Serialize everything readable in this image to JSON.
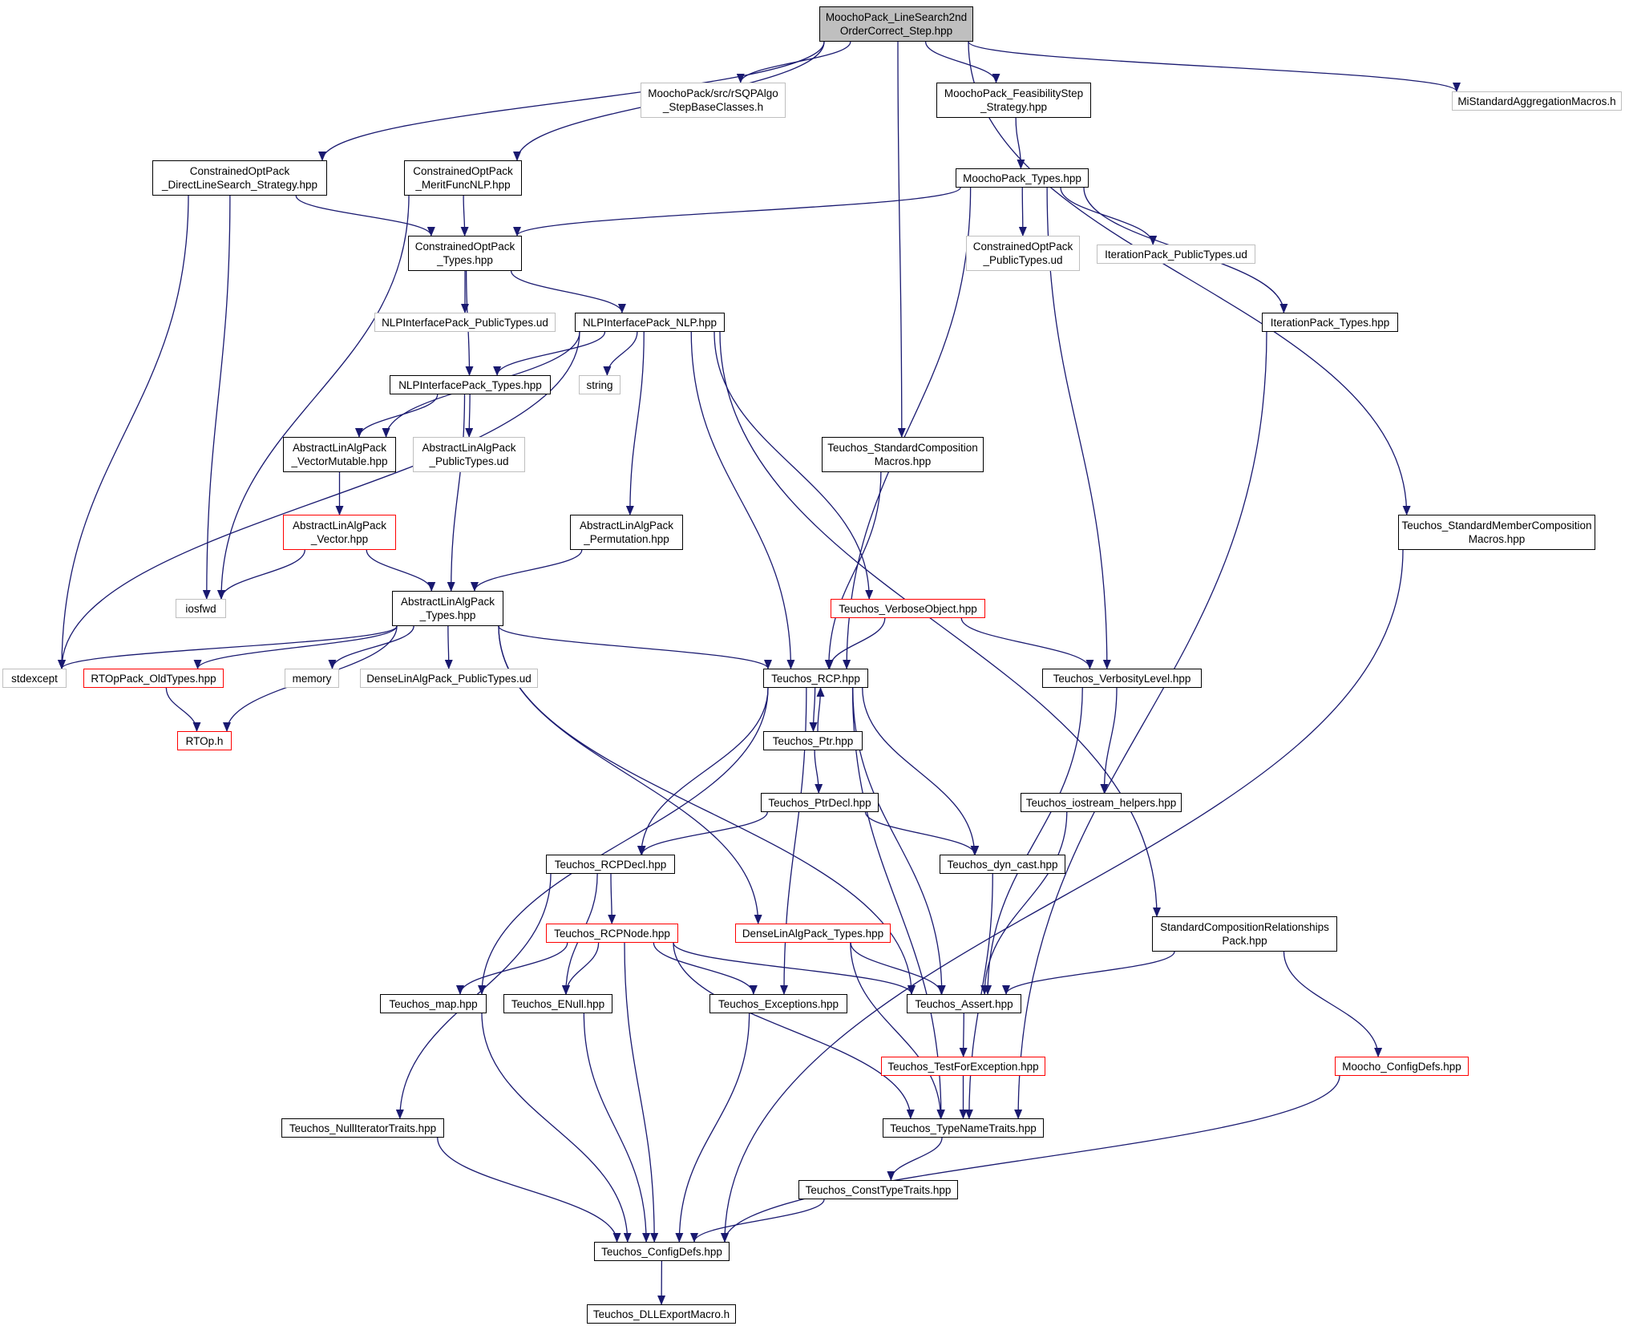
{
  "colors": {
    "edge": "#191970",
    "node_border": "#000000",
    "missing_border": "#bfbfbf",
    "truncated_border": "#ff0000",
    "root_fill": "#bfbfbf"
  },
  "nodes": [
    {
      "id": "root",
      "label": "MoochoPack_LineSearch2nd\nOrderCorrect_Step.hpp",
      "style": "root"
    },
    {
      "id": "rsqp",
      "label": "MoochoPack/src/rSQPAlgo\n_StepBaseClasses.h",
      "style": "missing"
    },
    {
      "id": "feas",
      "label": "MoochoPack_FeasibilityStep\n_Strategy.hpp",
      "style": "normal"
    },
    {
      "id": "miagg",
      "label": "MiStandardAggregationMacros.h",
      "style": "missing"
    },
    {
      "id": "dls",
      "label": "ConstrainedOptPack\n_DirectLineSearch_Strategy.hpp",
      "style": "normal"
    },
    {
      "id": "merit",
      "label": "ConstrainedOptPack\n_MeritFuncNLP.hpp",
      "style": "normal"
    },
    {
      "id": "mtypes",
      "label": "MoochoPack_Types.hpp",
      "style": "normal"
    },
    {
      "id": "coptypes",
      "label": "ConstrainedOptPack\n_Types.hpp",
      "style": "normal"
    },
    {
      "id": "copub",
      "label": "ConstrainedOptPack\n_PublicTypes.ud",
      "style": "missing"
    },
    {
      "id": "itpub",
      "label": "IterationPack_PublicTypes.ud",
      "style": "missing"
    },
    {
      "id": "nlppub",
      "label": "NLPInterfacePack_PublicTypes.ud",
      "style": "missing"
    },
    {
      "id": "nlp",
      "label": "NLPInterfacePack_NLP.hpp",
      "style": "normal"
    },
    {
      "id": "ittypes",
      "label": "IterationPack_Types.hpp",
      "style": "normal"
    },
    {
      "id": "nlptypes",
      "label": "NLPInterfacePack_Types.hpp",
      "style": "normal"
    },
    {
      "id": "string",
      "label": "string",
      "style": "missing"
    },
    {
      "id": "vecmut",
      "label": "AbstractLinAlgPack\n_VectorMutable.hpp",
      "style": "normal"
    },
    {
      "id": "alapub",
      "label": "AbstractLinAlgPack\n_PublicTypes.ud",
      "style": "missing"
    },
    {
      "id": "stdcomp",
      "label": "Teuchos_StandardComposition\nMacros.hpp",
      "style": "normal"
    },
    {
      "id": "vector",
      "label": "AbstractLinAlgPack\n_Vector.hpp",
      "style": "red"
    },
    {
      "id": "perm",
      "label": "AbstractLinAlgPack\n_Permutation.hpp",
      "style": "normal"
    },
    {
      "id": "stdmem",
      "label": "Teuchos_StandardMemberComposition\nMacros.hpp",
      "style": "normal"
    },
    {
      "id": "iosfwd",
      "label": "iosfwd",
      "style": "missing"
    },
    {
      "id": "alatypes",
      "label": "AbstractLinAlgPack\n_Types.hpp",
      "style": "normal"
    },
    {
      "id": "verbobj",
      "label": "Teuchos_VerboseObject.hpp",
      "style": "red"
    },
    {
      "id": "stdexcept",
      "label": "stdexcept",
      "style": "missing"
    },
    {
      "id": "rtopold",
      "label": "RTOpPack_OldTypes.hpp",
      "style": "red"
    },
    {
      "id": "memory",
      "label": "memory",
      "style": "missing"
    },
    {
      "id": "denpub",
      "label": "DenseLinAlgPack_PublicTypes.ud",
      "style": "missing"
    },
    {
      "id": "rcp",
      "label": "Teuchos_RCP.hpp",
      "style": "normal"
    },
    {
      "id": "verblev",
      "label": "Teuchos_VerbosityLevel.hpp",
      "style": "normal"
    },
    {
      "id": "rtoph",
      "label": "RTOp.h",
      "style": "red"
    },
    {
      "id": "ptr",
      "label": "Teuchos_Ptr.hpp",
      "style": "normal"
    },
    {
      "id": "ptrdecl",
      "label": "Teuchos_PtrDecl.hpp",
      "style": "normal"
    },
    {
      "id": "iohelp",
      "label": "Teuchos_iostream_helpers.hpp",
      "style": "normal"
    },
    {
      "id": "rcpdecl",
      "label": "Teuchos_RCPDecl.hpp",
      "style": "normal"
    },
    {
      "id": "dyncast",
      "label": "Teuchos_dyn_cast.hpp",
      "style": "normal"
    },
    {
      "id": "rcpnode",
      "label": "Teuchos_RCPNode.hpp",
      "style": "red"
    },
    {
      "id": "dentypes",
      "label": "DenseLinAlgPack_Types.hpp",
      "style": "red"
    },
    {
      "id": "scrp",
      "label": "StandardCompositionRelationships\nPack.hpp",
      "style": "normal"
    },
    {
      "id": "map",
      "label": "Teuchos_map.hpp",
      "style": "normal"
    },
    {
      "id": "enull",
      "label": "Teuchos_ENull.hpp",
      "style": "normal"
    },
    {
      "id": "exc",
      "label": "Teuchos_Exceptions.hpp",
      "style": "normal"
    },
    {
      "id": "assert",
      "label": "Teuchos_Assert.hpp",
      "style": "normal"
    },
    {
      "id": "tfe",
      "label": "Teuchos_TestForException.hpp",
      "style": "red"
    },
    {
      "id": "mconfig",
      "label": "Moocho_ConfigDefs.hpp",
      "style": "red"
    },
    {
      "id": "nulliter",
      "label": "Teuchos_NullIteratorTraits.hpp",
      "style": "normal"
    },
    {
      "id": "tnt",
      "label": "Teuchos_TypeNameTraits.hpp",
      "style": "normal"
    },
    {
      "id": "ctt",
      "label": "Teuchos_ConstTypeTraits.hpp",
      "style": "normal"
    },
    {
      "id": "tconfig",
      "label": "Teuchos_ConfigDefs.hpp",
      "style": "normal"
    },
    {
      "id": "dll",
      "label": "Teuchos_DLLExportMacro.h",
      "style": "normal"
    }
  ],
  "edges": [
    [
      "root",
      "rsqp"
    ],
    [
      "root",
      "feas"
    ],
    [
      "root",
      "miagg"
    ],
    [
      "root",
      "dls"
    ],
    [
      "root",
      "merit"
    ],
    [
      "root",
      "stdcomp"
    ],
    [
      "root",
      "stdmem"
    ],
    [
      "feas",
      "mtypes"
    ],
    [
      "dls",
      "coptypes"
    ],
    [
      "dls",
      "iosfwd"
    ],
    [
      "dls",
      "stdexcept"
    ],
    [
      "merit",
      "coptypes"
    ],
    [
      "merit",
      "iosfwd"
    ],
    [
      "mtypes",
      "coptypes"
    ],
    [
      "mtypes",
      "copub"
    ],
    [
      "mtypes",
      "itpub"
    ],
    [
      "mtypes",
      "ittypes"
    ],
    [
      "mtypes",
      "rcp"
    ],
    [
      "mtypes",
      "verblev"
    ],
    [
      "coptypes",
      "nlppub"
    ],
    [
      "coptypes",
      "nlp"
    ],
    [
      "coptypes",
      "nlptypes"
    ],
    [
      "nlp",
      "nlptypes"
    ],
    [
      "nlp",
      "string"
    ],
    [
      "nlp",
      "vecmut"
    ],
    [
      "nlp",
      "perm"
    ],
    [
      "nlp",
      "stdexcept"
    ],
    [
      "nlp",
      "rcp"
    ],
    [
      "nlp",
      "verbobj"
    ],
    [
      "nlp",
      "scrp"
    ],
    [
      "nlptypes",
      "vecmut"
    ],
    [
      "nlptypes",
      "alapub"
    ],
    [
      "nlptypes",
      "alatypes"
    ],
    [
      "vecmut",
      "vector"
    ],
    [
      "vector",
      "iosfwd"
    ],
    [
      "vector",
      "alatypes"
    ],
    [
      "perm",
      "alatypes"
    ],
    [
      "stdcomp",
      "rcp"
    ],
    [
      "stdmem",
      "tconfig"
    ],
    [
      "ittypes",
      "tnt"
    ],
    [
      "alatypes",
      "stdexcept"
    ],
    [
      "alatypes",
      "rtopold"
    ],
    [
      "alatypes",
      "memory"
    ],
    [
      "alatypes",
      "denpub"
    ],
    [
      "alatypes",
      "rcp"
    ],
    [
      "alatypes",
      "rtoph"
    ],
    [
      "alatypes",
      "dentypes"
    ],
    [
      "alatypes",
      "assert"
    ],
    [
      "rtopold",
      "rtoph"
    ],
    [
      "verbobj",
      "rcp"
    ],
    [
      "verbobj",
      "verblev"
    ],
    [
      "rcp",
      "ptr"
    ],
    [
      "rcp",
      "rcpdecl"
    ],
    [
      "rcp",
      "dyncast"
    ],
    [
      "rcp",
      "map"
    ],
    [
      "rcp",
      "exc"
    ],
    [
      "rcp",
      "assert"
    ],
    [
      "rcp",
      "tnt"
    ],
    [
      "ptr",
      "rcp"
    ],
    [
      "ptr",
      "ptrdecl"
    ],
    [
      "ptrdecl",
      "rcpdecl"
    ],
    [
      "ptrdecl",
      "dyncast"
    ],
    [
      "verblev",
      "iohelp"
    ],
    [
      "verblev",
      "assert"
    ],
    [
      "iohelp",
      "assert"
    ],
    [
      "rcpdecl",
      "rcpnode"
    ],
    [
      "rcpdecl",
      "enull"
    ],
    [
      "rcpdecl",
      "nulliter"
    ],
    [
      "rcpnode",
      "map"
    ],
    [
      "rcpnode",
      "enull"
    ],
    [
      "rcpnode",
      "exc"
    ],
    [
      "rcpnode",
      "assert"
    ],
    [
      "rcpnode",
      "tconfig"
    ],
    [
      "rcpnode",
      "tnt"
    ],
    [
      "dentypes",
      "assert"
    ],
    [
      "dentypes",
      "tnt"
    ],
    [
      "scrp",
      "assert"
    ],
    [
      "scrp",
      "mconfig"
    ],
    [
      "dyncast",
      "tnt"
    ],
    [
      "map",
      "tconfig"
    ],
    [
      "enull",
      "tconfig"
    ],
    [
      "exc",
      "tconfig"
    ],
    [
      "assert",
      "tfe"
    ],
    [
      "tfe",
      "tnt"
    ],
    [
      "tnt",
      "ctt"
    ],
    [
      "ctt",
      "tconfig"
    ],
    [
      "mconfig",
      "tconfig"
    ],
    [
      "nulliter",
      "tconfig"
    ],
    [
      "tconfig",
      "dll"
    ]
  ]
}
